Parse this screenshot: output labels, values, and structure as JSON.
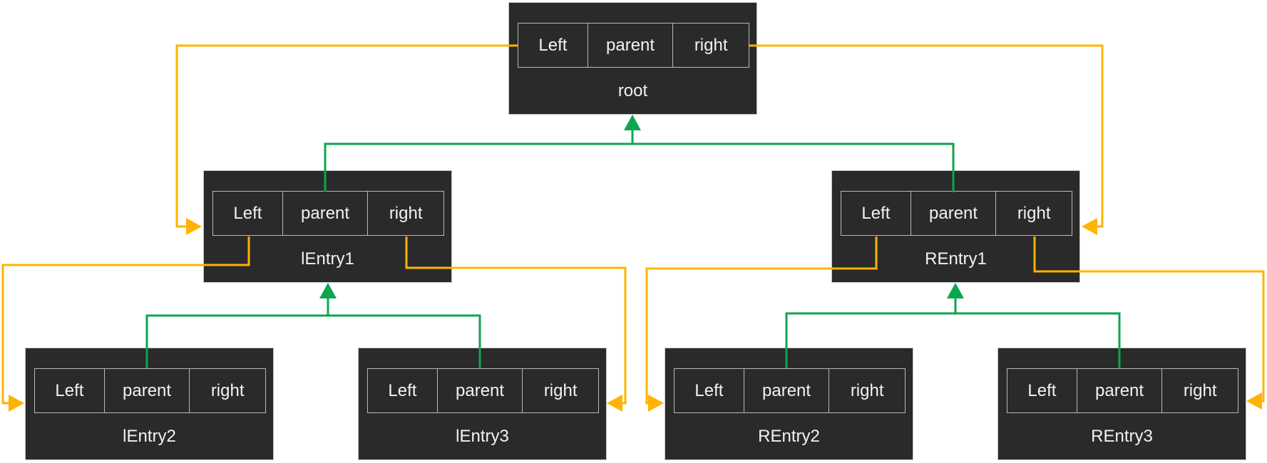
{
  "diagram": {
    "type": "binary-tree-with-parent-pointers",
    "colors": {
      "background": "#ffffff",
      "node_fill": "#2a2a2a",
      "node_border": "#c3c3c3",
      "cell_border": "#b9b9b9",
      "text": "#f2f2f2",
      "child_pointer": "#FFB300",
      "parent_pointer": "#0BA64E"
    },
    "nodes": [
      {
        "id": "root",
        "label": "root",
        "cells": [
          "Left",
          "parent",
          "right"
        ]
      },
      {
        "id": "lEntry1",
        "label": "lEntry1",
        "cells": [
          "Left",
          "parent",
          "right"
        ]
      },
      {
        "id": "REntry1",
        "label": "REntry1",
        "cells": [
          "Left",
          "parent",
          "right"
        ]
      },
      {
        "id": "lEntry2",
        "label": "lEntry2",
        "cells": [
          "Left",
          "parent",
          "right"
        ]
      },
      {
        "id": "lEntry3",
        "label": "lEntry3",
        "cells": [
          "Left",
          "parent",
          "right"
        ]
      },
      {
        "id": "REntry2",
        "label": "REntry2",
        "cells": [
          "Left",
          "parent",
          "right"
        ]
      },
      {
        "id": "REntry3",
        "label": "REntry3",
        "cells": [
          "Left",
          "parent",
          "right"
        ]
      }
    ],
    "edges": [
      {
        "from": "root.Left",
        "to": "lEntry1",
        "type": "child-pointer",
        "color": "#FFB300"
      },
      {
        "from": "root.right",
        "to": "REntry1",
        "type": "child-pointer",
        "color": "#FFB300"
      },
      {
        "from": "lEntry1.Left",
        "to": "lEntry2",
        "type": "child-pointer",
        "color": "#FFB300"
      },
      {
        "from": "lEntry1.right",
        "to": "lEntry3",
        "type": "child-pointer",
        "color": "#FFB300"
      },
      {
        "from": "REntry1.Left",
        "to": "REntry2",
        "type": "child-pointer",
        "color": "#FFB300"
      },
      {
        "from": "REntry1.right",
        "to": "REntry3",
        "type": "child-pointer",
        "color": "#FFB300"
      },
      {
        "from": "lEntry1.parent",
        "to": "root",
        "type": "parent-pointer",
        "color": "#0BA64E"
      },
      {
        "from": "REntry1.parent",
        "to": "root",
        "type": "parent-pointer",
        "color": "#0BA64E"
      },
      {
        "from": "lEntry2.parent",
        "to": "lEntry1",
        "type": "parent-pointer",
        "color": "#0BA64E"
      },
      {
        "from": "lEntry3.parent",
        "to": "lEntry1",
        "type": "parent-pointer",
        "color": "#0BA64E"
      },
      {
        "from": "REntry2.parent",
        "to": "REntry1",
        "type": "parent-pointer",
        "color": "#0BA64E"
      },
      {
        "from": "REntry3.parent",
        "to": "REntry1",
        "type": "parent-pointer",
        "color": "#0BA64E"
      }
    ]
  }
}
